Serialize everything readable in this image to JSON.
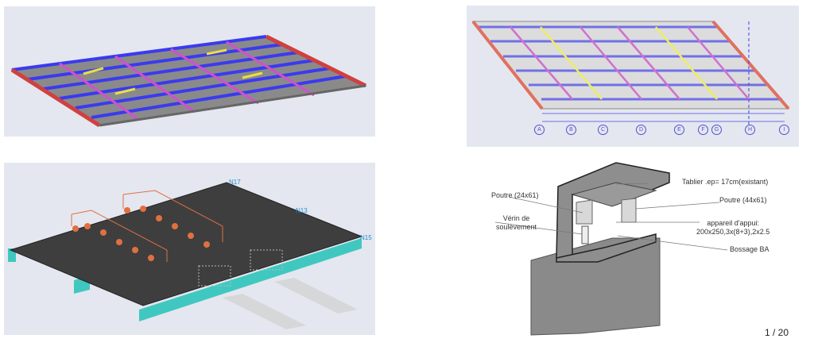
{
  "slide": {
    "page_number": "1 / 20"
  },
  "model_3d_loads": {
    "node_labels": [
      "N17",
      "N13",
      "N15"
    ]
  },
  "plan_view": {
    "axis_labels": [
      "A",
      "B",
      "C",
      "D",
      "E",
      "F",
      "G",
      "H",
      "I"
    ]
  },
  "detail_drawing": {
    "labels": {
      "tablier": "Tablier .ep= 17cm(existant)",
      "poutre_left": "Poutre (24x61)",
      "poutre_right": "Poutre (44x61)",
      "verin_line1": "Vérin de",
      "verin_line2": "soulèvement",
      "appareil_line1": "appareil d'appui:",
      "appareil_line2": "200x250,3x(8+3),2x2.5",
      "bossage": "Bossage BA"
    }
  }
}
